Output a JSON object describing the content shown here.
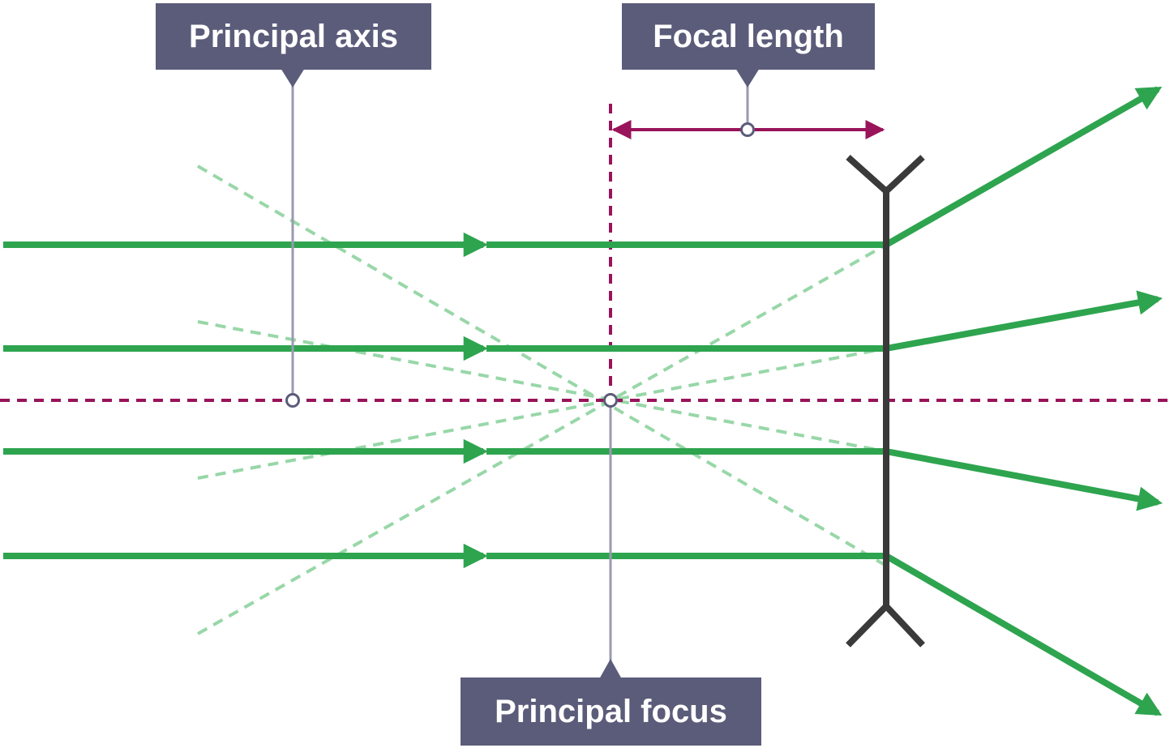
{
  "labels": {
    "principal_axis": "Principal axis",
    "focal_length": "Focal length",
    "principal_focus": "Principal focus"
  },
  "colors": {
    "ray": "#2ea44f",
    "virtual_ray": "#98d7a8",
    "axis": "#99145a",
    "lens": "#3a3a3a",
    "callout_bg": "#5b5c7a",
    "callout_line": "#9a9ab0"
  }
}
